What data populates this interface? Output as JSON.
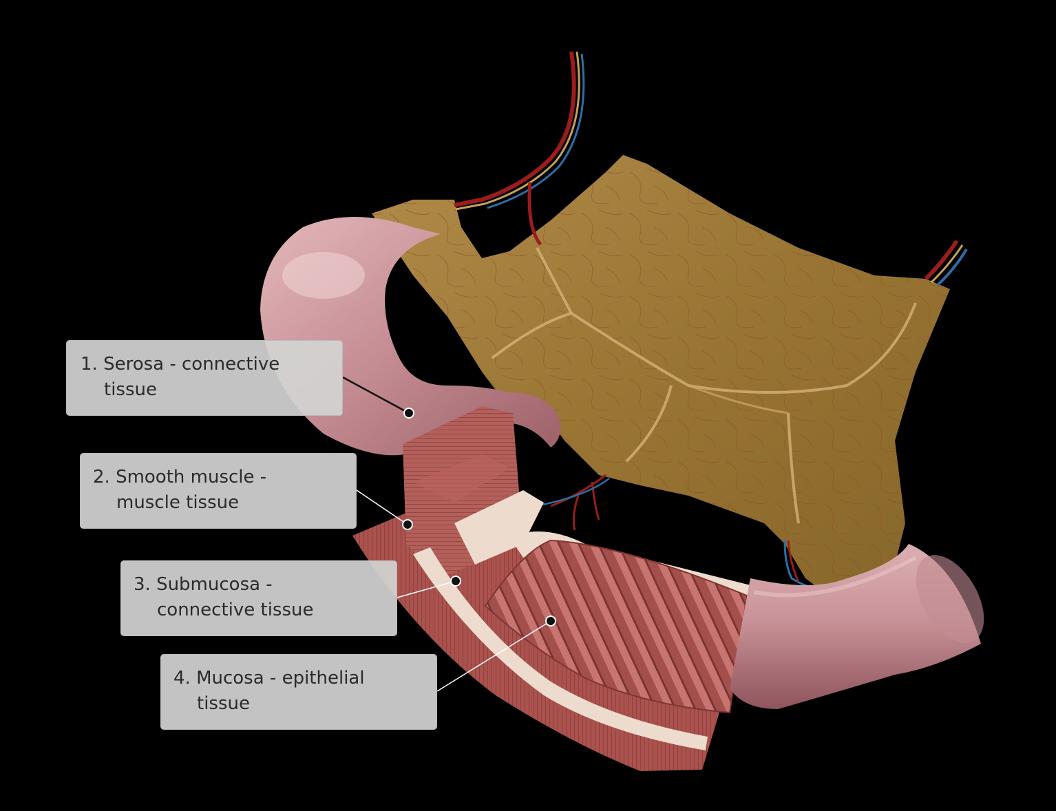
{
  "labels": [
    {
      "line1": "1. Serosa - connective",
      "line2": "tissue"
    },
    {
      "line1": "2. Smooth muscle -",
      "line2": "muscle tissue"
    },
    {
      "line1": "3. Submucosa -",
      "line2": "connective tissue"
    },
    {
      "line1": "4. Mucosa - epithelial",
      "line2": "tissue"
    }
  ],
  "colors": {
    "background": "#000000",
    "label_fill": "#d2d4d2",
    "label_text": "#2b2b2b",
    "serosa": "#c99aa0",
    "mesentery": "#a57f3c",
    "muscle": "#a5534f",
    "submucosa": "#ecdcd0",
    "mucosa": "#b5615c",
    "artery": "#9b1c1c",
    "vein": "#2d6ea8"
  }
}
